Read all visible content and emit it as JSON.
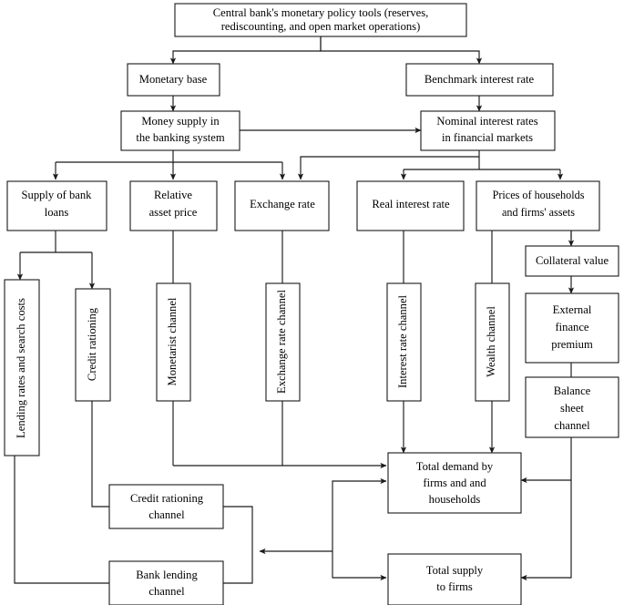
{
  "diagram": {
    "title": "Monetary policy transmission mechanism flowchart",
    "stroke_color": "#1a1a1a",
    "box_fill": "#ffffff",
    "nodes": {
      "policy_tools": {
        "lines": [
          "Central bank's monetary policy tools (reserves,",
          "rediscounting, and open market operations)"
        ]
      },
      "monetary_base": {
        "lines": [
          "Monetary base"
        ]
      },
      "benchmark_rate": {
        "lines": [
          "Benchmark interest rate"
        ]
      },
      "money_supply": {
        "lines": [
          "Money supply in",
          "the banking system"
        ]
      },
      "nominal_rates": {
        "lines": [
          "Nominal interest rates",
          "in financial markets"
        ]
      },
      "bank_loans": {
        "lines": [
          "Supply of bank",
          "loans"
        ]
      },
      "relative_asset_price": {
        "lines": [
          "Relative",
          "asset price"
        ]
      },
      "exchange_rate": {
        "lines": [
          "Exchange rate"
        ]
      },
      "real_interest_rate": {
        "lines": [
          "Real interest rate"
        ]
      },
      "asset_prices": {
        "lines": [
          "Prices of households",
          "and firms' assets"
        ]
      },
      "collateral_value": {
        "lines": [
          "Collateral value"
        ]
      },
      "external_finance_premium": {
        "lines": [
          "External",
          "finance",
          "premium"
        ]
      },
      "balance_sheet_channel": {
        "lines": [
          "Balance",
          "sheet",
          "channel"
        ]
      },
      "lending_rates": {
        "label": "Lending rates and search costs"
      },
      "credit_rationing": {
        "label": "Credit rationing"
      },
      "monetarist_channel": {
        "label": "Monetarist channel"
      },
      "exchange_rate_channel": {
        "label": "Exchange rate channel"
      },
      "interest_rate_channel": {
        "label": "Interest rate channel"
      },
      "wealth_channel": {
        "label": "Wealth channel"
      },
      "credit_rationing_channel": {
        "lines": [
          "Credit rationing",
          "channel"
        ]
      },
      "bank_lending_channel": {
        "lines": [
          "Bank lending",
          "channel"
        ]
      },
      "total_demand": {
        "lines": [
          "Total demand by",
          "firms and and",
          "households"
        ]
      },
      "total_supply": {
        "lines": [
          "Total supply",
          "to firms"
        ]
      }
    }
  }
}
